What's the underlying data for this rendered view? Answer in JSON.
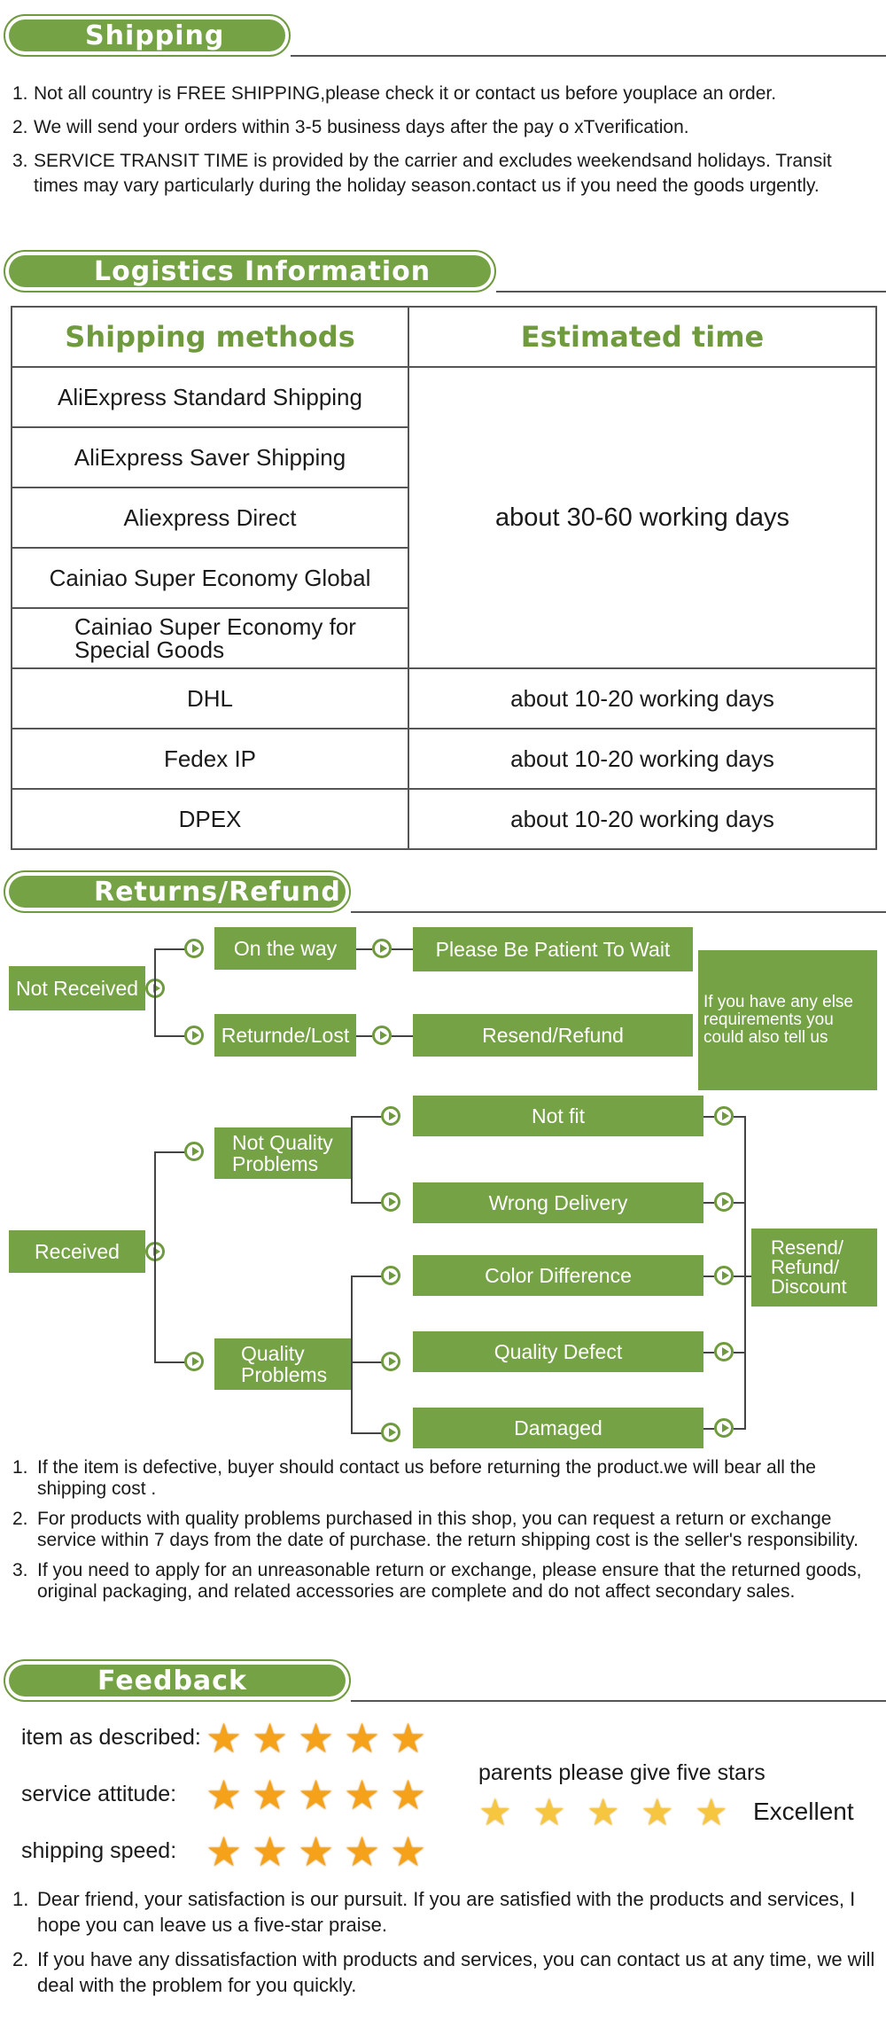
{
  "shipping": {
    "title": "Shipping",
    "items": [
      "Not all country is FREE SHIPPING,please check it or contact us before youplace an order.",
      "We will send your orders within 3-5 business days after the pay o xTverification.",
      "SERVICE TRANSIT TIME is provided by the carrier and excludes weekendsand holidays. Transit times may vary particularly during the holiday season.contact us if you need the goods urgently."
    ]
  },
  "logistics": {
    "title": "Logistics Information",
    "col_method": "Shipping methods",
    "col_time": "Estimated time",
    "group_methods": [
      "AliExpress Standard Shipping",
      "AliExpress Saver Shipping",
      "Aliexpress Direct",
      "Cainiao Super Economy Global",
      "Cainiao Super Economy for Special Goods"
    ],
    "group_time": "about 30-60 working days",
    "rows": [
      {
        "method": "DHL",
        "time": "about 10-20 working days"
      },
      {
        "method": "Fedex IP",
        "time": "about 10-20 working days"
      },
      {
        "method": "DPEX",
        "time": "about 10-20 working days"
      }
    ]
  },
  "returns": {
    "title": "Returns/Refund",
    "not_received": "Not Received",
    "on_the_way": "On the way",
    "patient": "Please Be Patient To Wait",
    "returned_lost": "Returnde/Lost",
    "resend_refund": "Resend/Refund",
    "else_note": "If you have any else requirements you could also tell us",
    "received": "Received",
    "not_quality": "Not Quality Problems",
    "quality": "Quality Problems",
    "not_fit": "Not fit",
    "wrong_delivery": "Wrong Delivery",
    "color_diff": "Color Difference",
    "quality_defect": "Quality Defect",
    "damaged": "Damaged",
    "resend_refund_discount": "Resend/ Refund/ Discount",
    "notes": [
      "If the item is defective, buyer should contact us before returning the product.we will bear all the shipping cost .",
      "For products with quality problems purchased in this shop, you can request a return or exchange service within 7 days from the date of purchase. the return shipping cost is the seller's responsibility.",
      "If you need to apply for an unreasonable return or exchange, please ensure that the returned goods, original packaging, and related accessories are complete and do not affect secondary sales."
    ]
  },
  "feedback": {
    "title": "Feedback",
    "ratings": [
      {
        "label": "item as described:",
        "stars": 5
      },
      {
        "label": "service attitude:",
        "stars": 5
      },
      {
        "label": "shipping speed:",
        "stars": 5
      }
    ],
    "prompt": "parents please give five stars",
    "excellent": "Excellent",
    "notes": [
      "Dear friend, your satisfaction is our pursuit. If you are satisfied with the products and services, I hope you can leave us a five-star praise.",
      "If you have any dissatisfaction with products and services, you can contact us at any time, we will deal with the problem for you quickly."
    ]
  },
  "colors": {
    "accent": "#76a246",
    "star": "#f5a21a"
  }
}
